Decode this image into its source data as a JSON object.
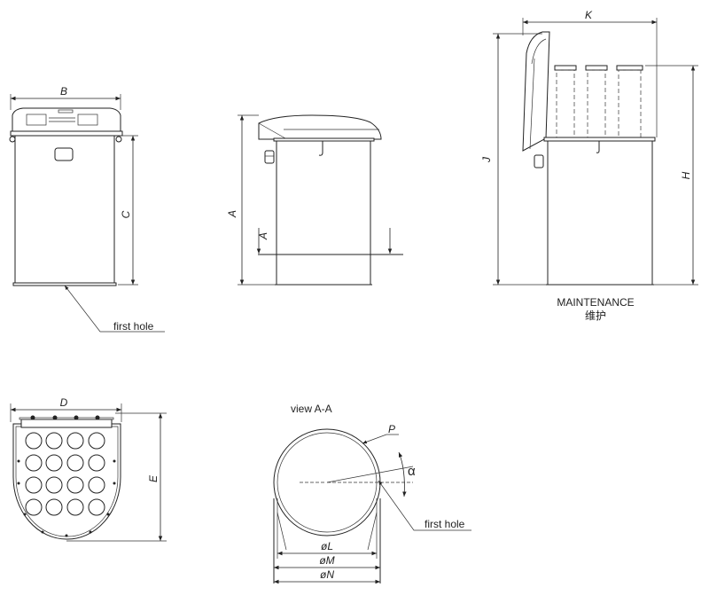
{
  "front_view": {
    "dim_width": "B",
    "dim_height": "C",
    "callout": "first hole"
  },
  "side_view": {
    "dim_height": "A",
    "section_mark": "A"
  },
  "maintenance_view": {
    "dim_width": "K",
    "dim_total_height": "J",
    "dim_height": "H",
    "caption": "MAINTENANCE",
    "caption_cn": "维护"
  },
  "top_view": {
    "dim_width": "D",
    "dim_depth": "E"
  },
  "section_view": {
    "title": "view A-A",
    "callout_p": "P",
    "angle": "α",
    "callout": "first hole",
    "dim_l": "øL",
    "dim_m": "øM",
    "dim_n": "øN"
  }
}
